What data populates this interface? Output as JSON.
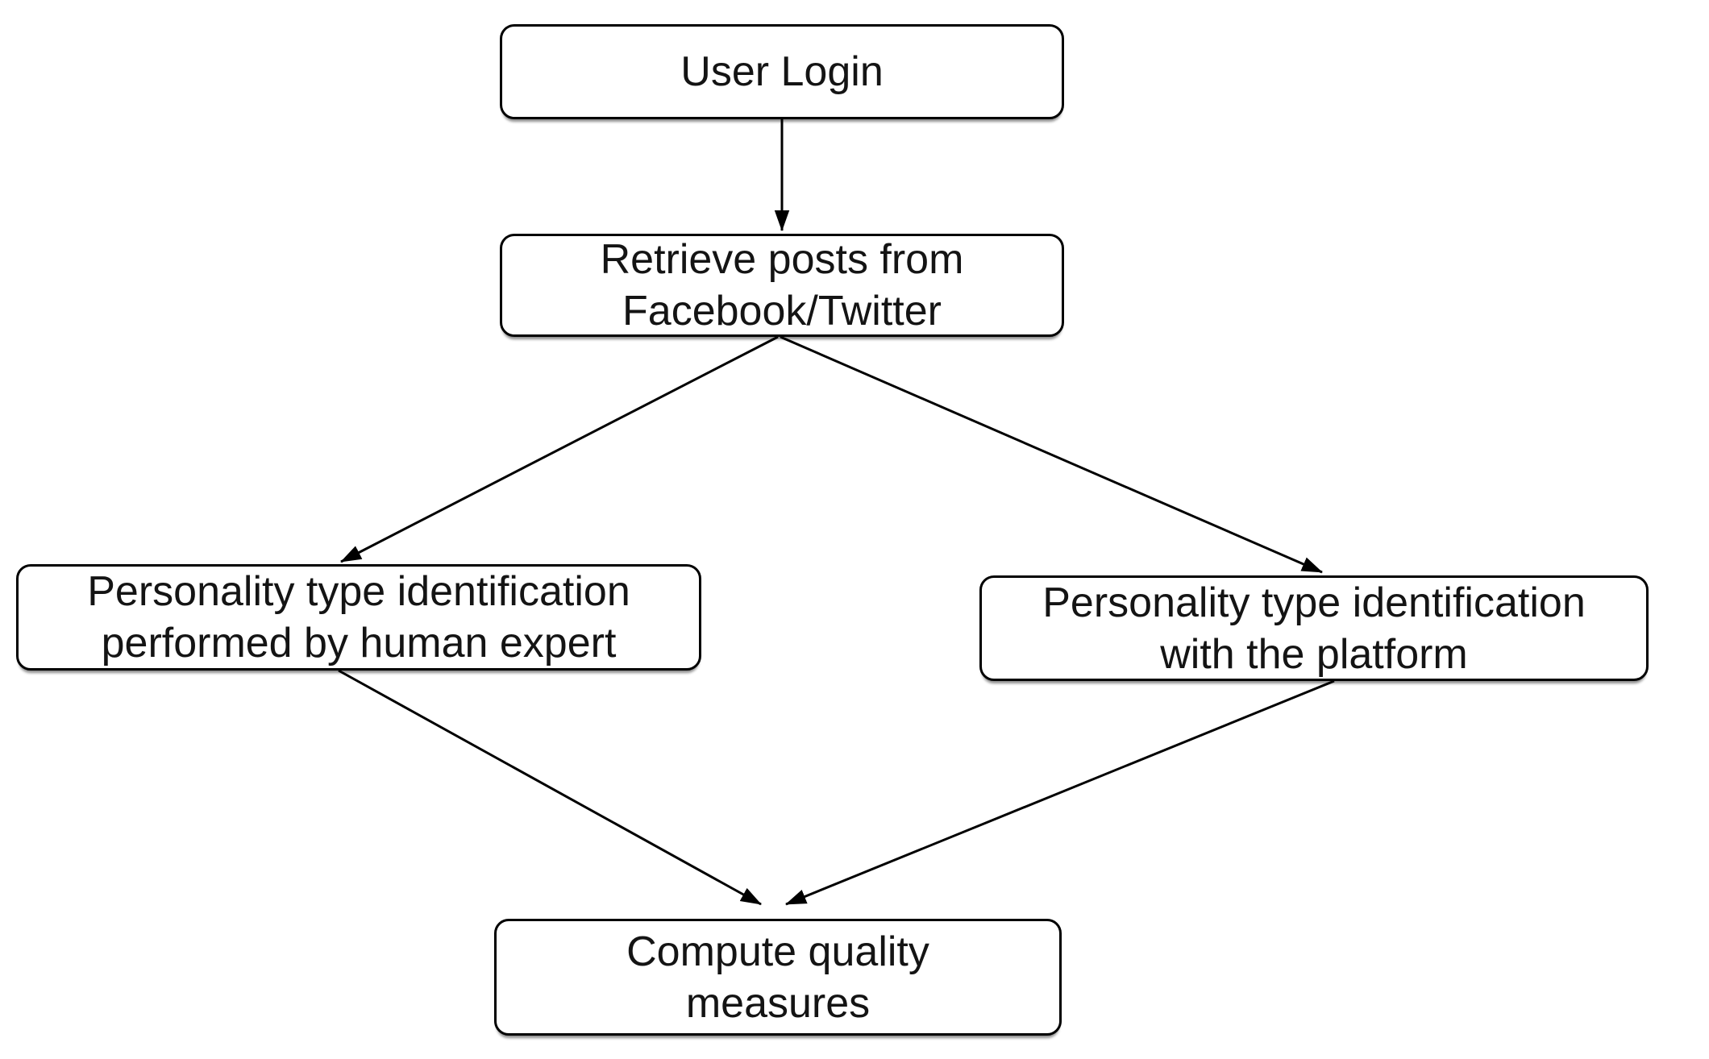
{
  "diagram_type": "flowchart",
  "colors": {
    "line_color": "#000000",
    "box_border": "#000000",
    "box_fill": "#ffffff",
    "text_color": "#141414",
    "canvas_bg": "#ffffff"
  },
  "nodes": {
    "user_login": {
      "line1": "User Login"
    },
    "retrieve": {
      "line1": "Retrieve posts from",
      "line2": "Facebook/Twitter"
    },
    "human_expert": {
      "line1": "Personality type identification",
      "line2": "performed by human expert"
    },
    "platform": {
      "line1": "Personality type identification",
      "line2": "with the platform"
    },
    "compute": {
      "line1": "Compute quality",
      "line2": "measures"
    }
  },
  "edges": [
    {
      "from": "user_login",
      "to": "retrieve"
    },
    {
      "from": "retrieve",
      "to": "human_expert"
    },
    {
      "from": "retrieve",
      "to": "platform"
    },
    {
      "from": "human_expert",
      "to": "compute"
    },
    {
      "from": "platform",
      "to": "compute"
    }
  ]
}
